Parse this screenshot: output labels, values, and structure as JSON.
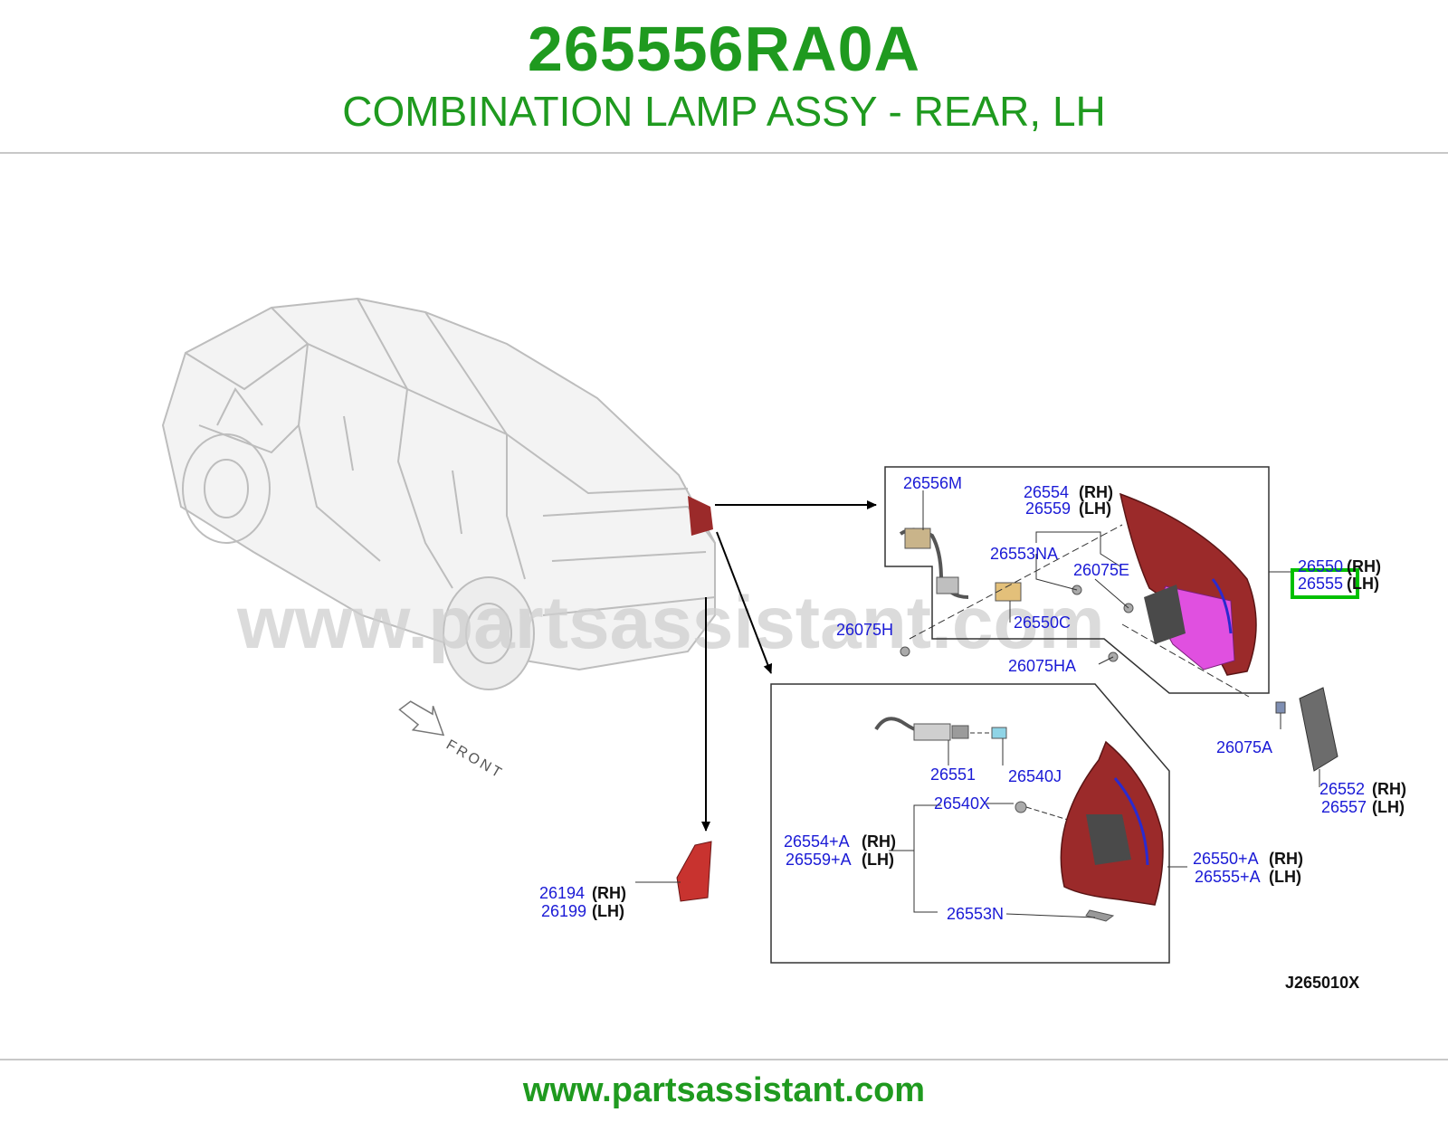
{
  "header": {
    "part_number": "265556RA0A",
    "description": "COMBINATION LAMP ASSY - REAR, LH"
  },
  "watermark": "www.partsassistant.com",
  "front_label": "FRONT",
  "diagram_code": "J265010X",
  "labels": {
    "l26556M": "26556M",
    "l26554": "26554",
    "l26559": "26559",
    "l26553NA": "26553NA",
    "l26075E": "26075E",
    "l26550": "26550",
    "l26555": "26555",
    "l26550C": "26550C",
    "l26075H": "26075H",
    "l26075HA": "26075HA",
    "l26075A": "26075A",
    "l26552": "26552",
    "l26557": "26557",
    "l26551": "26551",
    "l26540J": "26540J",
    "l26540X": "26540X",
    "l26554A": "26554+A",
    "l26559A": "26559+A",
    "l26550A": "26550+A",
    "l26555A": "26555+A",
    "l26553N": "26553N",
    "l26194": "26194",
    "l26199": "26199"
  },
  "sides": {
    "rh": "(RH)",
    "lh": "(LH)"
  },
  "highlight": {
    "part": "26555",
    "color": "#00c000"
  },
  "colors": {
    "title_green": "#1f9a1f",
    "label_blue": "#1a1ad6",
    "lamp_red": "#9b2a2a",
    "lamp_magenta": "#e050e0"
  },
  "footer": {
    "url": "www.partsassistant.com"
  }
}
